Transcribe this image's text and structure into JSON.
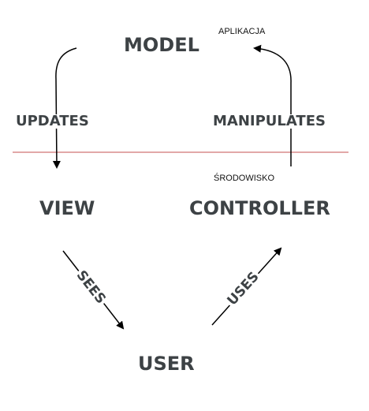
{
  "nodes": {
    "model": "MODEL",
    "view": "VIEW",
    "controller": "CONTROLLER",
    "user": "USER"
  },
  "edges": {
    "updates": "UPDATES",
    "manipulates": "MANIPULATES",
    "sees": "SEES",
    "uses": "USES"
  },
  "layers": {
    "top": "APLIKACJA",
    "bottom": "ŚRODOWISKO"
  },
  "colors": {
    "text": "#3d4245",
    "divider": "#d98b8b",
    "arrow": "#000000"
  }
}
